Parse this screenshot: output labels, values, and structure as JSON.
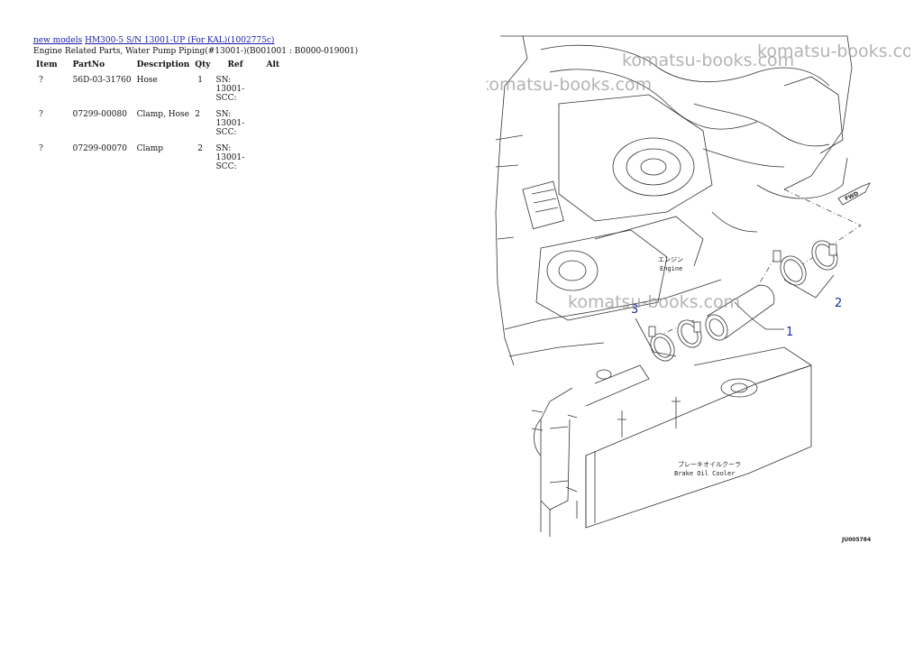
{
  "breadcrumb": {
    "link1": "new models",
    "link2": "HM300-5 S/N 13001-UP (For KAL)(1002775c)"
  },
  "subtitle": "Engine Related Parts, Water Pump Piping(#13001-)(B001001 : B0000-019001)",
  "table": {
    "headers": {
      "item": "Item",
      "partno": "PartNo",
      "description": "Description",
      "qty": "Qty",
      "ref": "Ref",
      "alt": "Alt"
    },
    "rows": [
      {
        "item": "?",
        "partno": "56D-03-31760",
        "description": "Hose",
        "qty": "1",
        "ref": "SN: 13001-SCC:",
        "alt": ""
      },
      {
        "item": "?",
        "partno": "07299-00080",
        "description": "Clamp, Hose",
        "qty": "2",
        "ref": "SN: 13001-SCC:",
        "alt": ""
      },
      {
        "item": "?",
        "partno": "07299-00070",
        "description": "Clamp",
        "qty": "2",
        "ref": "SN: 13001-SCC:",
        "alt": ""
      }
    ]
  },
  "diagram": {
    "watermark": "komatsu-books.com",
    "callouts": {
      "c1": "1",
      "c2": "2",
      "c3": "3"
    },
    "engine_jp": "エンジン",
    "engine_en": "Engine",
    "cooler_jp": "ブレーキオイルクーラ",
    "cooler_en": "Brake Oil Cooler",
    "fwd": "FWD",
    "drawing_code": "JU005784"
  }
}
